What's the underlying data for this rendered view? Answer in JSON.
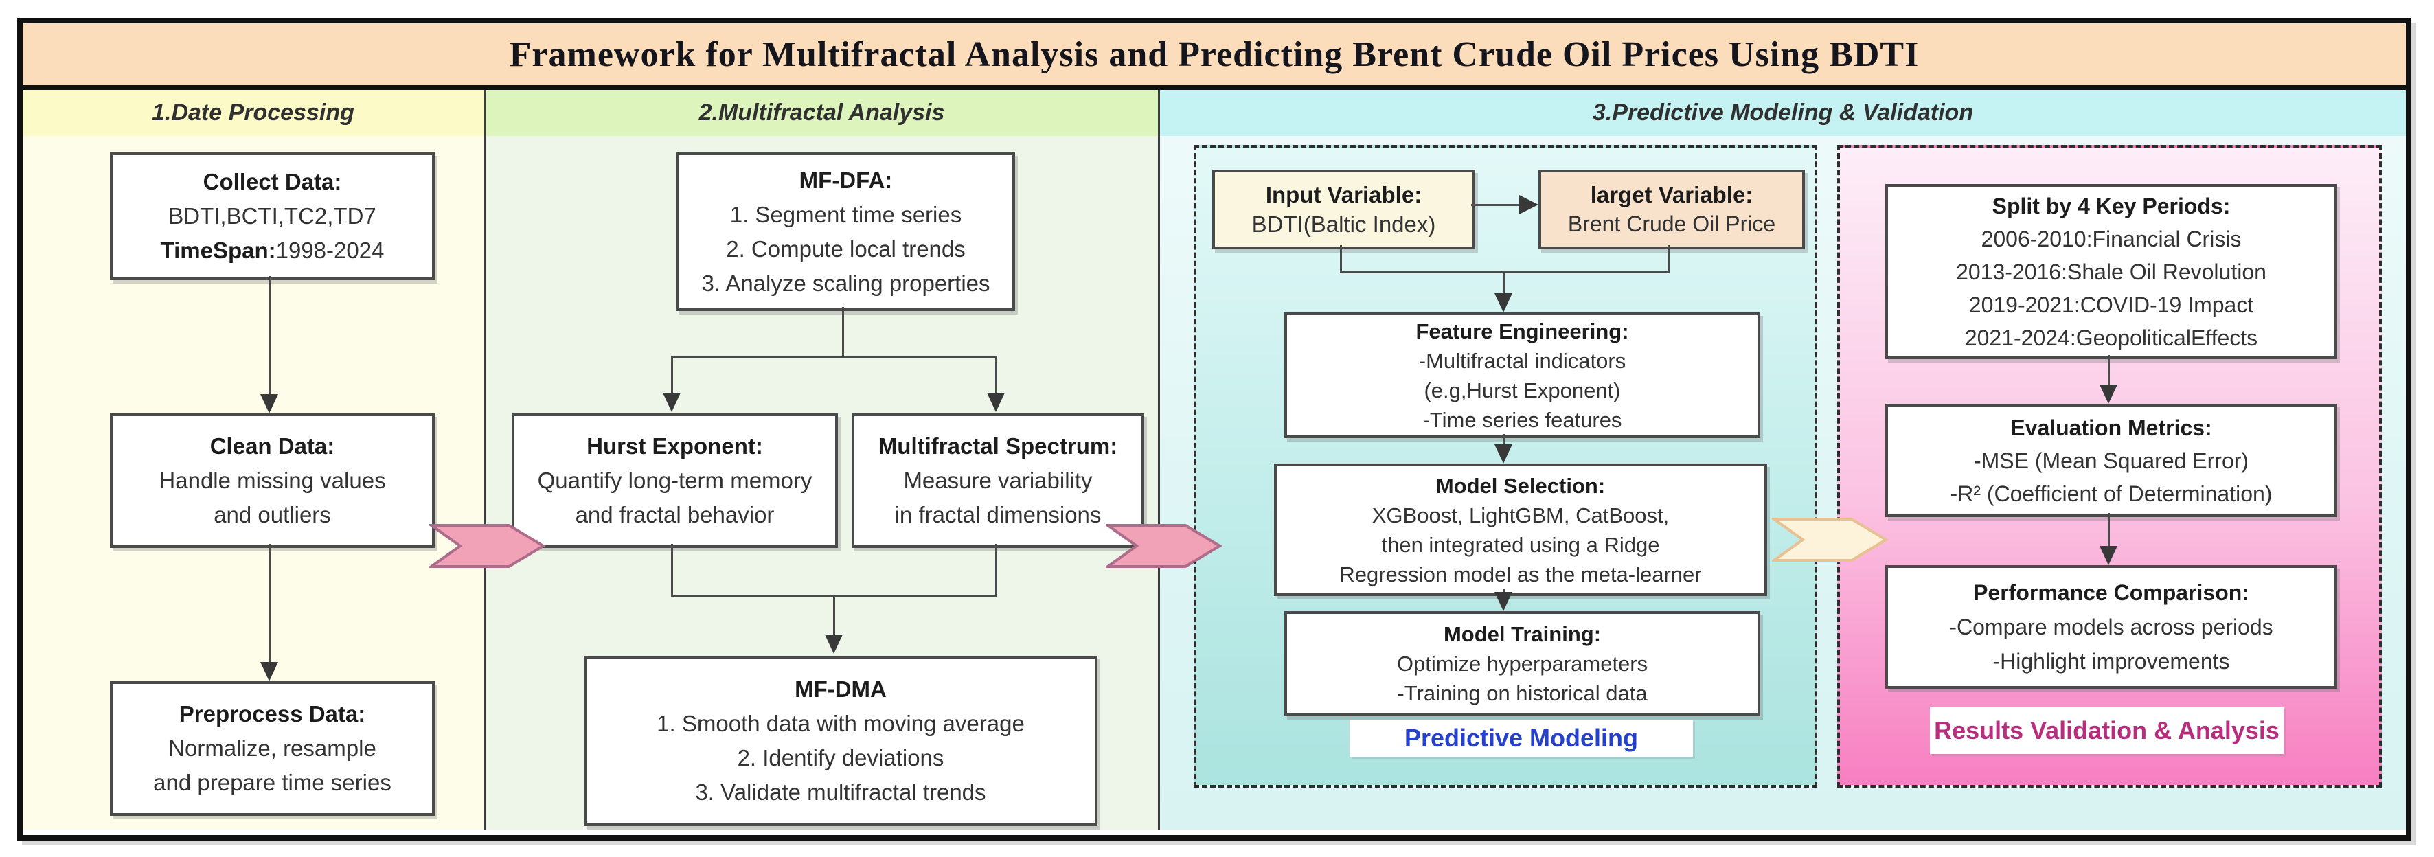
{
  "title": "Framework for Multifractal Analysis and Predicting Brent Crude Oil Prices Using BDTI",
  "sections": {
    "s1": {
      "label": "1.Date Processing"
    },
    "s2": {
      "label": "2.Multifractal Analysis"
    },
    "s3": {
      "label": "3.Predictive Modeling & Validation"
    }
  },
  "data_processing": {
    "collect": {
      "heading": "Collect Data:",
      "line1": "BDTI,BCTI,TC2,TD7",
      "timespan_label": "TimeSpan:",
      "timespan_value": "1998-2024"
    },
    "clean": {
      "heading": "Clean Data:",
      "line1": "Handle missing values",
      "line2": "and outliers"
    },
    "preprocess": {
      "heading": "Preprocess Data:",
      "line1": "Normalize, resample",
      "line2": "and prepare time series"
    }
  },
  "multifractal": {
    "mfdfa": {
      "heading": "MF-DFA:",
      "line1": "1. Segment time series",
      "line2": "2. Compute local trends",
      "line3": "3. Analyze scaling properties"
    },
    "hurst": {
      "heading": "Hurst Exponent:",
      "line1": "Quantify long-term memory",
      "line2": "and fractal behavior"
    },
    "spectrum": {
      "heading": "Multifractal Spectrum:",
      "line1": "Measure variability",
      "line2": "in fractal dimensions"
    },
    "mfdma": {
      "heading": "MF-DMA",
      "line1": "1. Smooth data with moving average",
      "line2": "2. Identify deviations",
      "line3": "3. Validate multifractal trends"
    }
  },
  "predictive": {
    "input": {
      "heading": "Input Variable:",
      "line1": "BDTI(Baltic Index)"
    },
    "target": {
      "heading": "larget Variable:",
      "line1": "Brent Crude Oil Price"
    },
    "feature": {
      "heading": "Feature Engineering:",
      "line1": "-Multifractal indicators",
      "line2": "(e.g,Hurst Exponent)",
      "line3": "-Time series features"
    },
    "selection": {
      "heading": "Model Selection:",
      "line1": "XGBoost, LightGBM, CatBoost,",
      "line2": "then integrated using a Ridge",
      "line3": "Regression model as the meta-learner"
    },
    "training": {
      "heading": "Model Training:",
      "line1": "Optimize hyperparameters",
      "line2": "-Training on historical data"
    },
    "caption": "Predictive Modeling"
  },
  "validation": {
    "split": {
      "heading": "Split by 4 Key Periods:",
      "line1": "2006-2010:Financial Crisis",
      "line2": "2013-2016:Shale Oil Revolution",
      "line3": "2019-2021:COVID-19 Impact",
      "line4": "2021-2024:GeopoliticalEffects"
    },
    "metrics": {
      "heading": "Evaluation Metrics:",
      "line1": "-MSE (Mean Squared Error)",
      "line2": "-R² (Coefficient of Determination)"
    },
    "comparison": {
      "heading": "Performance Comparison:",
      "line1": "-Compare models across periods",
      "line2": "-Highlight improvements"
    },
    "caption": "Results Validation & Analysis"
  },
  "colors": {
    "title_band": "#fbdcbb",
    "header_yellow": "#fcfac6",
    "header_green": "#def4bd",
    "header_cyan": "#c5f3f3",
    "col1_bg": "#fdfdea",
    "col2_bg": "#eef6ea",
    "col3_bg": "#e4f7f6",
    "teal_panel_bottom": "#abe3df",
    "pink_panel_bottom": "#f77fc1",
    "input_box_bg": "#faf6e0",
    "target_box_bg": "#f9e2cb",
    "ribbon_pink": "#f1a2b6",
    "ribbon_pink_stroke": "#ad6d8a",
    "ribbon_cream": "#fdf3da",
    "ribbon_cream_stroke": "#e9c190",
    "caption_blue": "#2540cd",
    "caption_magenta": "#b72e7d"
  }
}
